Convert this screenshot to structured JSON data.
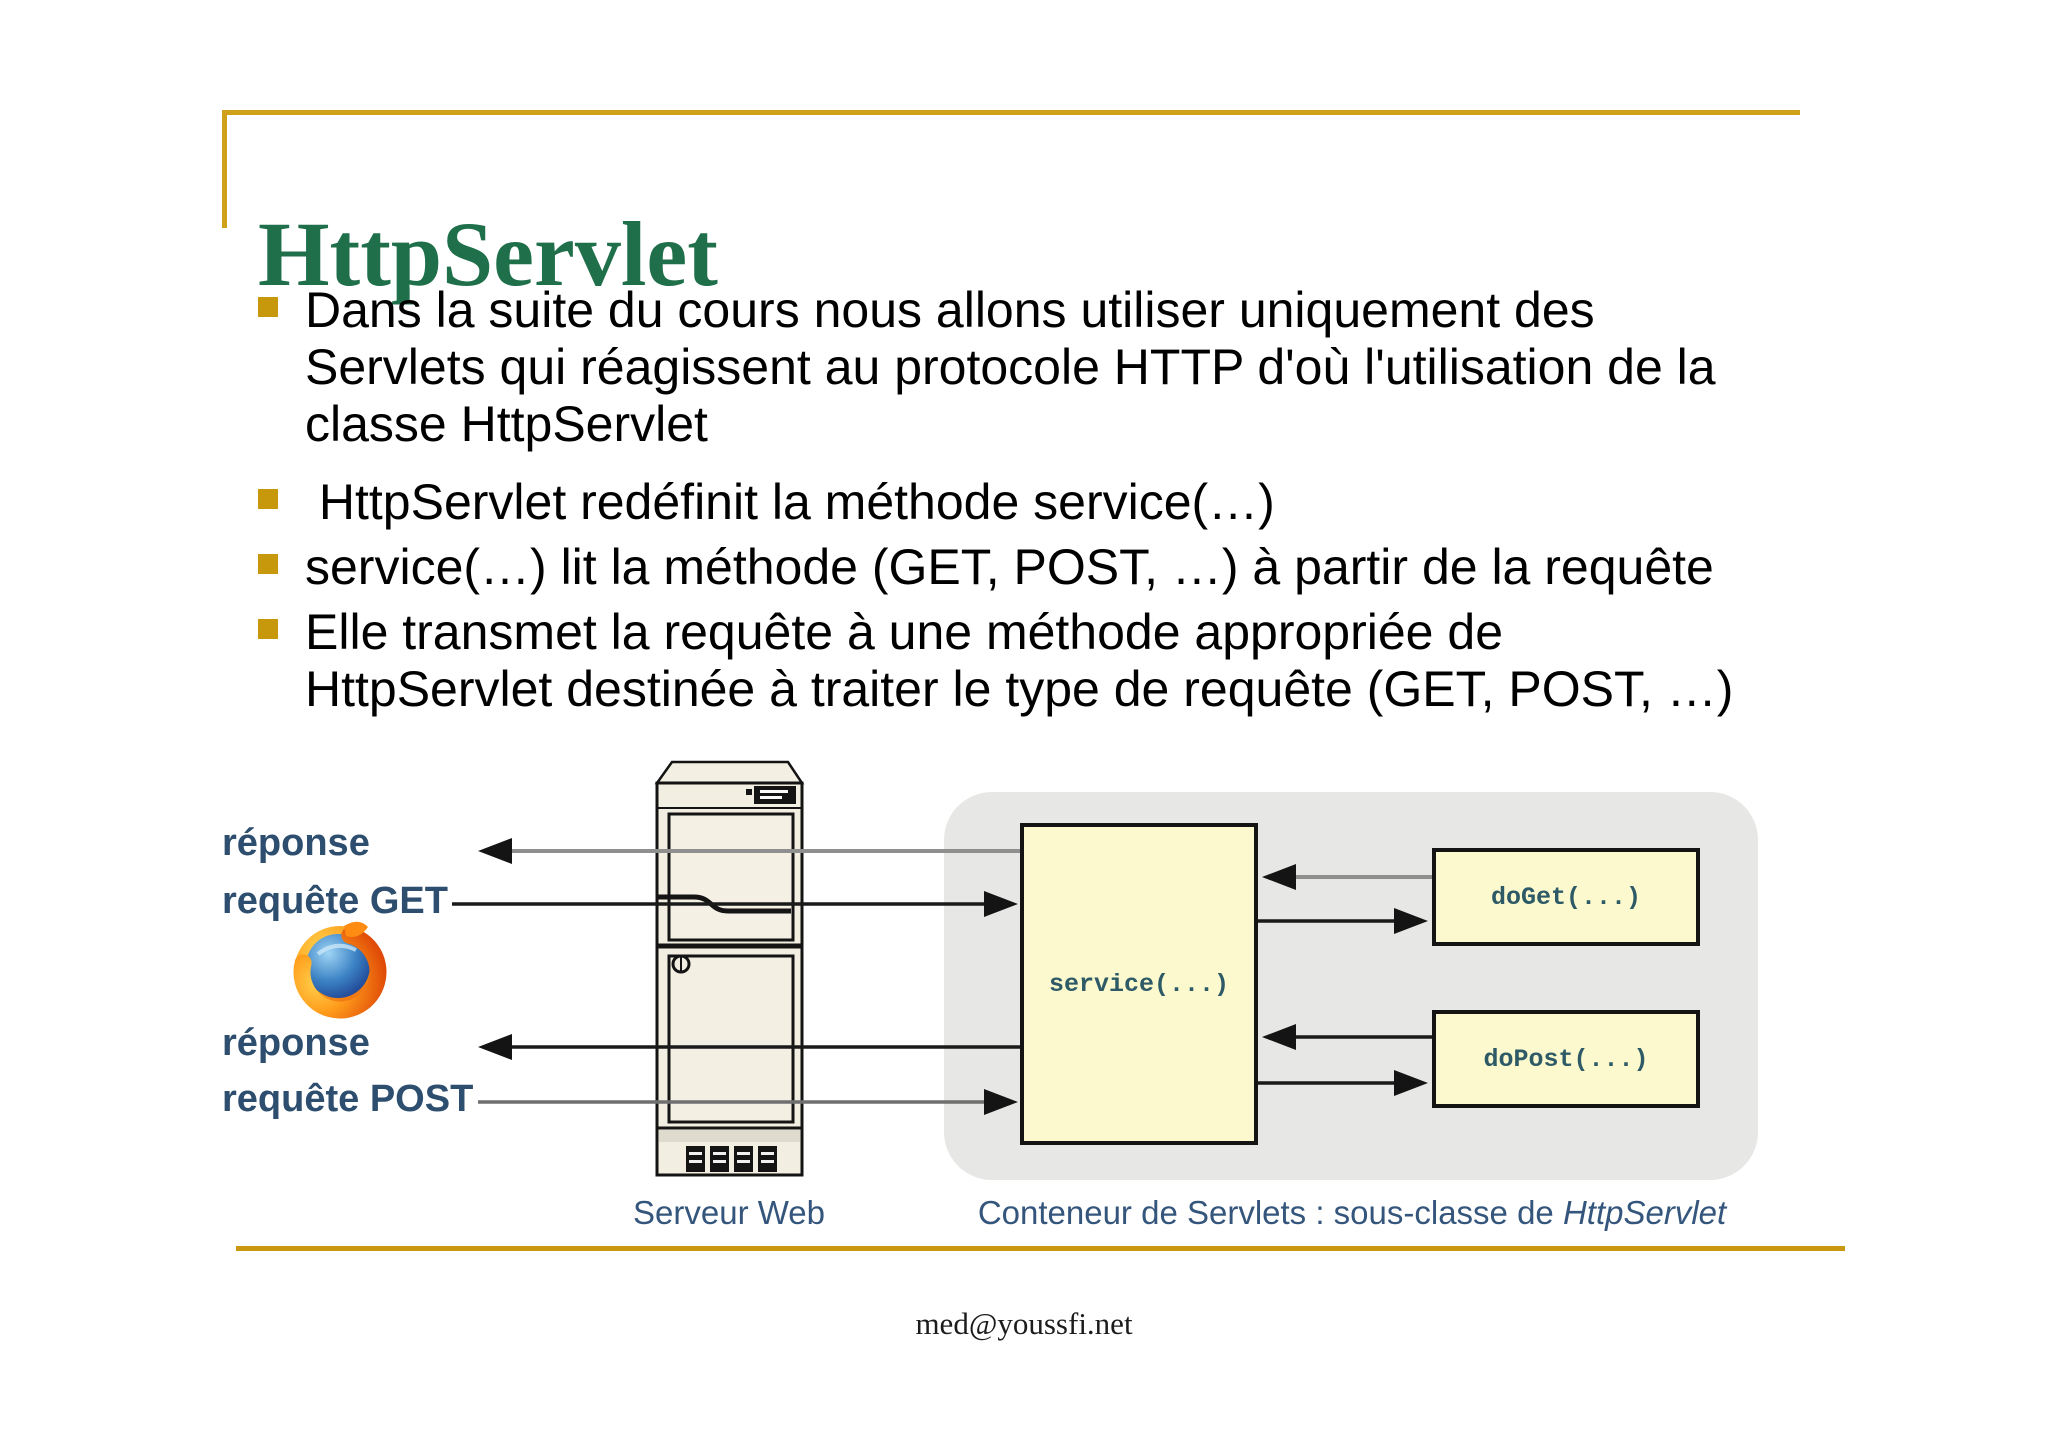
{
  "slide": {
    "title": "HttpServlet",
    "bullets": [
      {
        "lines": [
          "Dans la suite du cours nous allons utiliser uniquement des",
          "Servlets qui réagissent au protocole HTTP d'où l'utilisation de la",
          "classe HttpServlet"
        ]
      },
      {
        "lines": [
          " HttpServlet redéfinit la méthode service(…)"
        ]
      },
      {
        "lines": [
          "service(…) lit la méthode (GET, POST, …) à partir de la requête"
        ]
      },
      {
        "lines": [
          "Elle transmet la requête à une méthode appropriée de",
          "HttpServlet destinée à traiter le type de requête (GET, POST, …)"
        ]
      }
    ],
    "footer": "med@youssfi.net",
    "colors": {
      "frame_gold": "#CFA118",
      "bullet_gold": "#C7970C",
      "title_green": "#1E6F4A",
      "label_blue": "#2D4E6E",
      "caption_blue": "#35567C",
      "code_teal": "#2D5A66",
      "box_yellow": "#FBF9CD",
      "container_gray": "#E7E7E5"
    }
  },
  "diagram": {
    "browser": {
      "icon": "firefox-logo",
      "response_get_label": "réponse",
      "request_get_label": "requête GET",
      "response_post_label": "réponse",
      "request_post_label": "requête POST"
    },
    "server": {
      "caption": "Serveur Web"
    },
    "container": {
      "caption_text": "Conteneur de Servlets : sous-classe de ",
      "caption_italic": "HttpServlet"
    },
    "boxes": {
      "service": "service(...)",
      "do_get": "doGet(...)",
      "do_post": "doPost(...)"
    }
  }
}
